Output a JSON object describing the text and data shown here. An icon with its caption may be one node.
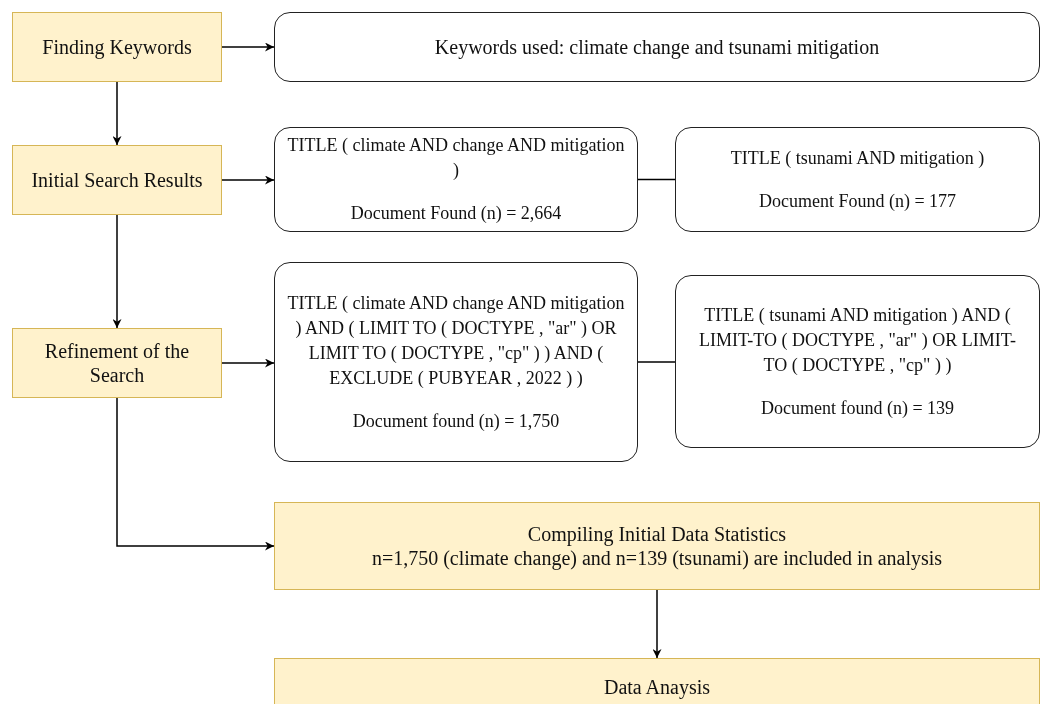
{
  "diagram": {
    "nodes": [
      {
        "text": [
          "Finding Keywords"
        ]
      },
      {
        "text": [
          "Keywords used: climate change and tsunami mitigation"
        ]
      },
      {
        "text": [
          "Initial Search Results"
        ]
      },
      {
        "text": [
          "TITLE ( climate AND change AND mitigation )",
          "Document Found (n) = 2,664"
        ]
      },
      {
        "text": [
          "TITLE ( tsunami AND mitigation )",
          "Document Found (n) = 177"
        ]
      },
      {
        "text": [
          "Refinement of the Search"
        ]
      },
      {
        "text": [
          "TITLE ( climate AND change AND mitigation ) AND ( LIMIT TO ( DOCTYPE , \"ar\" ) OR LIMIT TO ( DOCTYPE , \"cp\" ) ) AND ( EXCLUDE ( PUBYEAR , 2022 ) )",
          "Document found (n) = 1,750"
        ]
      },
      {
        "text": [
          "TITLE ( tsunami AND mitigation ) AND ( LIMIT-TO ( DOCTYPE , \"ar\" ) OR LIMIT-TO ( DOCTYPE , \"cp\" ) )",
          "Document found (n) = 139"
        ]
      },
      {
        "text": [
          "Compiling Initial Data Statistics",
          "n=1,750 (climate change) and n=139 (tsunami) are included in analysis"
        ]
      },
      {
        "text": [
          "Data Anaysis"
        ]
      }
    ],
    "edges": [
      {
        "from": 0,
        "to": 1,
        "arrow": "to"
      },
      {
        "from": 0,
        "to": 2,
        "arrow": "to"
      },
      {
        "from": 2,
        "to": 3,
        "arrow": "to"
      },
      {
        "from": 3,
        "to": 4,
        "arrow": "none"
      },
      {
        "from": 2,
        "to": 5,
        "arrow": "to"
      },
      {
        "from": 5,
        "to": 6,
        "arrow": "to"
      },
      {
        "from": 6,
        "to": 7,
        "arrow": "none"
      },
      {
        "from": 5,
        "to": 8,
        "arrow": "to"
      },
      {
        "from": 8,
        "to": 9,
        "arrow": "to"
      }
    ]
  }
}
